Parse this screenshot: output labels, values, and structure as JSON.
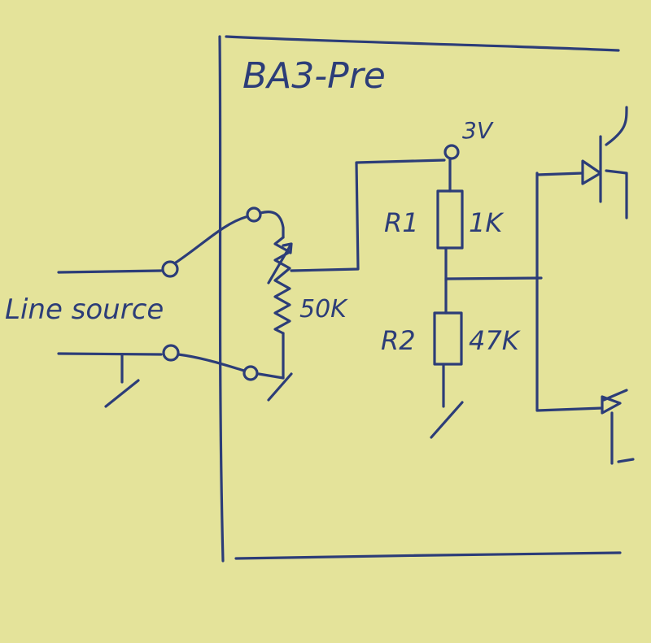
{
  "title": "BA3-Pre",
  "labels": {
    "supply": "3V",
    "r1_name": "R1",
    "r1_value": "1K",
    "r2_name": "R2",
    "r2_value": "47K",
    "pot_value": "50K",
    "input": "Line source"
  },
  "colors": {
    "paper": "#e4e39a",
    "ink": "#2c3d78"
  }
}
